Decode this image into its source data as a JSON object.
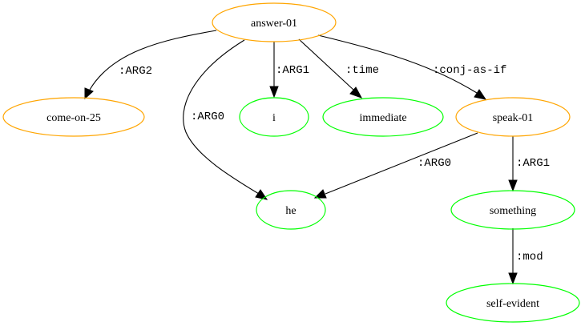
{
  "colors": {
    "concept": "#ffa500",
    "constant": "#00ff00",
    "edge": "#000000"
  },
  "nodes": {
    "answer": {
      "label": "answer-01",
      "kind": "concept"
    },
    "comeon": {
      "label": "come-on-25",
      "kind": "concept"
    },
    "i": {
      "label": "i",
      "kind": "constant"
    },
    "immediate": {
      "label": "immediate",
      "kind": "constant"
    },
    "speak": {
      "label": "speak-01",
      "kind": "concept"
    },
    "he": {
      "label": "he",
      "kind": "constant"
    },
    "something": {
      "label": "something",
      "kind": "constant"
    },
    "selfevident": {
      "label": "self-evident",
      "kind": "constant"
    }
  },
  "edges": {
    "answer_comeon": {
      "label": ":ARG2",
      "from": "answer",
      "to": "comeon"
    },
    "answer_he": {
      "label": ":ARG0",
      "from": "answer",
      "to": "he"
    },
    "answer_i": {
      "label": ":ARG1",
      "from": "answer",
      "to": "i"
    },
    "answer_immediate": {
      "label": ":time",
      "from": "answer",
      "to": "immediate"
    },
    "answer_speak": {
      "label": ":conj-as-if",
      "from": "answer",
      "to": "speak"
    },
    "speak_he": {
      "label": ":ARG0",
      "from": "speak",
      "to": "he"
    },
    "speak_something": {
      "label": ":ARG1",
      "from": "speak",
      "to": "something"
    },
    "something_selfevident": {
      "label": ":mod",
      "from": "something",
      "to": "selfevident"
    }
  }
}
